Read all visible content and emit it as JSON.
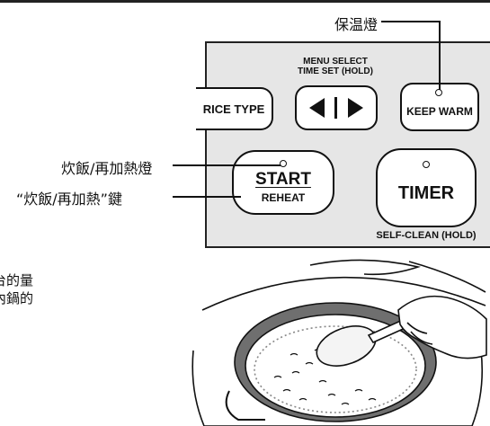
{
  "callouts": {
    "keep_warm_lamp": "保温燈",
    "start_lamp": "炊飯/再加熱燈",
    "start_key": "“炊飯/再加熱”鍵"
  },
  "panel": {
    "menu_select_line1": "MENU SELECT",
    "menu_select_line2": "TIME SET (HOLD)",
    "rice_type": "RICE TYPE",
    "keep_warm": "KEEP WARM",
    "start": "START",
    "reheat": "REHEAT",
    "timer": "TIMER",
    "self_clean": "SELF-CLEAN (HOLD)"
  },
  "body_text": {
    "line1": "台的量",
    "line2": "內鍋的"
  },
  "icons": {
    "left_arrow": "triangle-left",
    "right_arrow": "triangle-right",
    "lamp": "circle-outline"
  }
}
